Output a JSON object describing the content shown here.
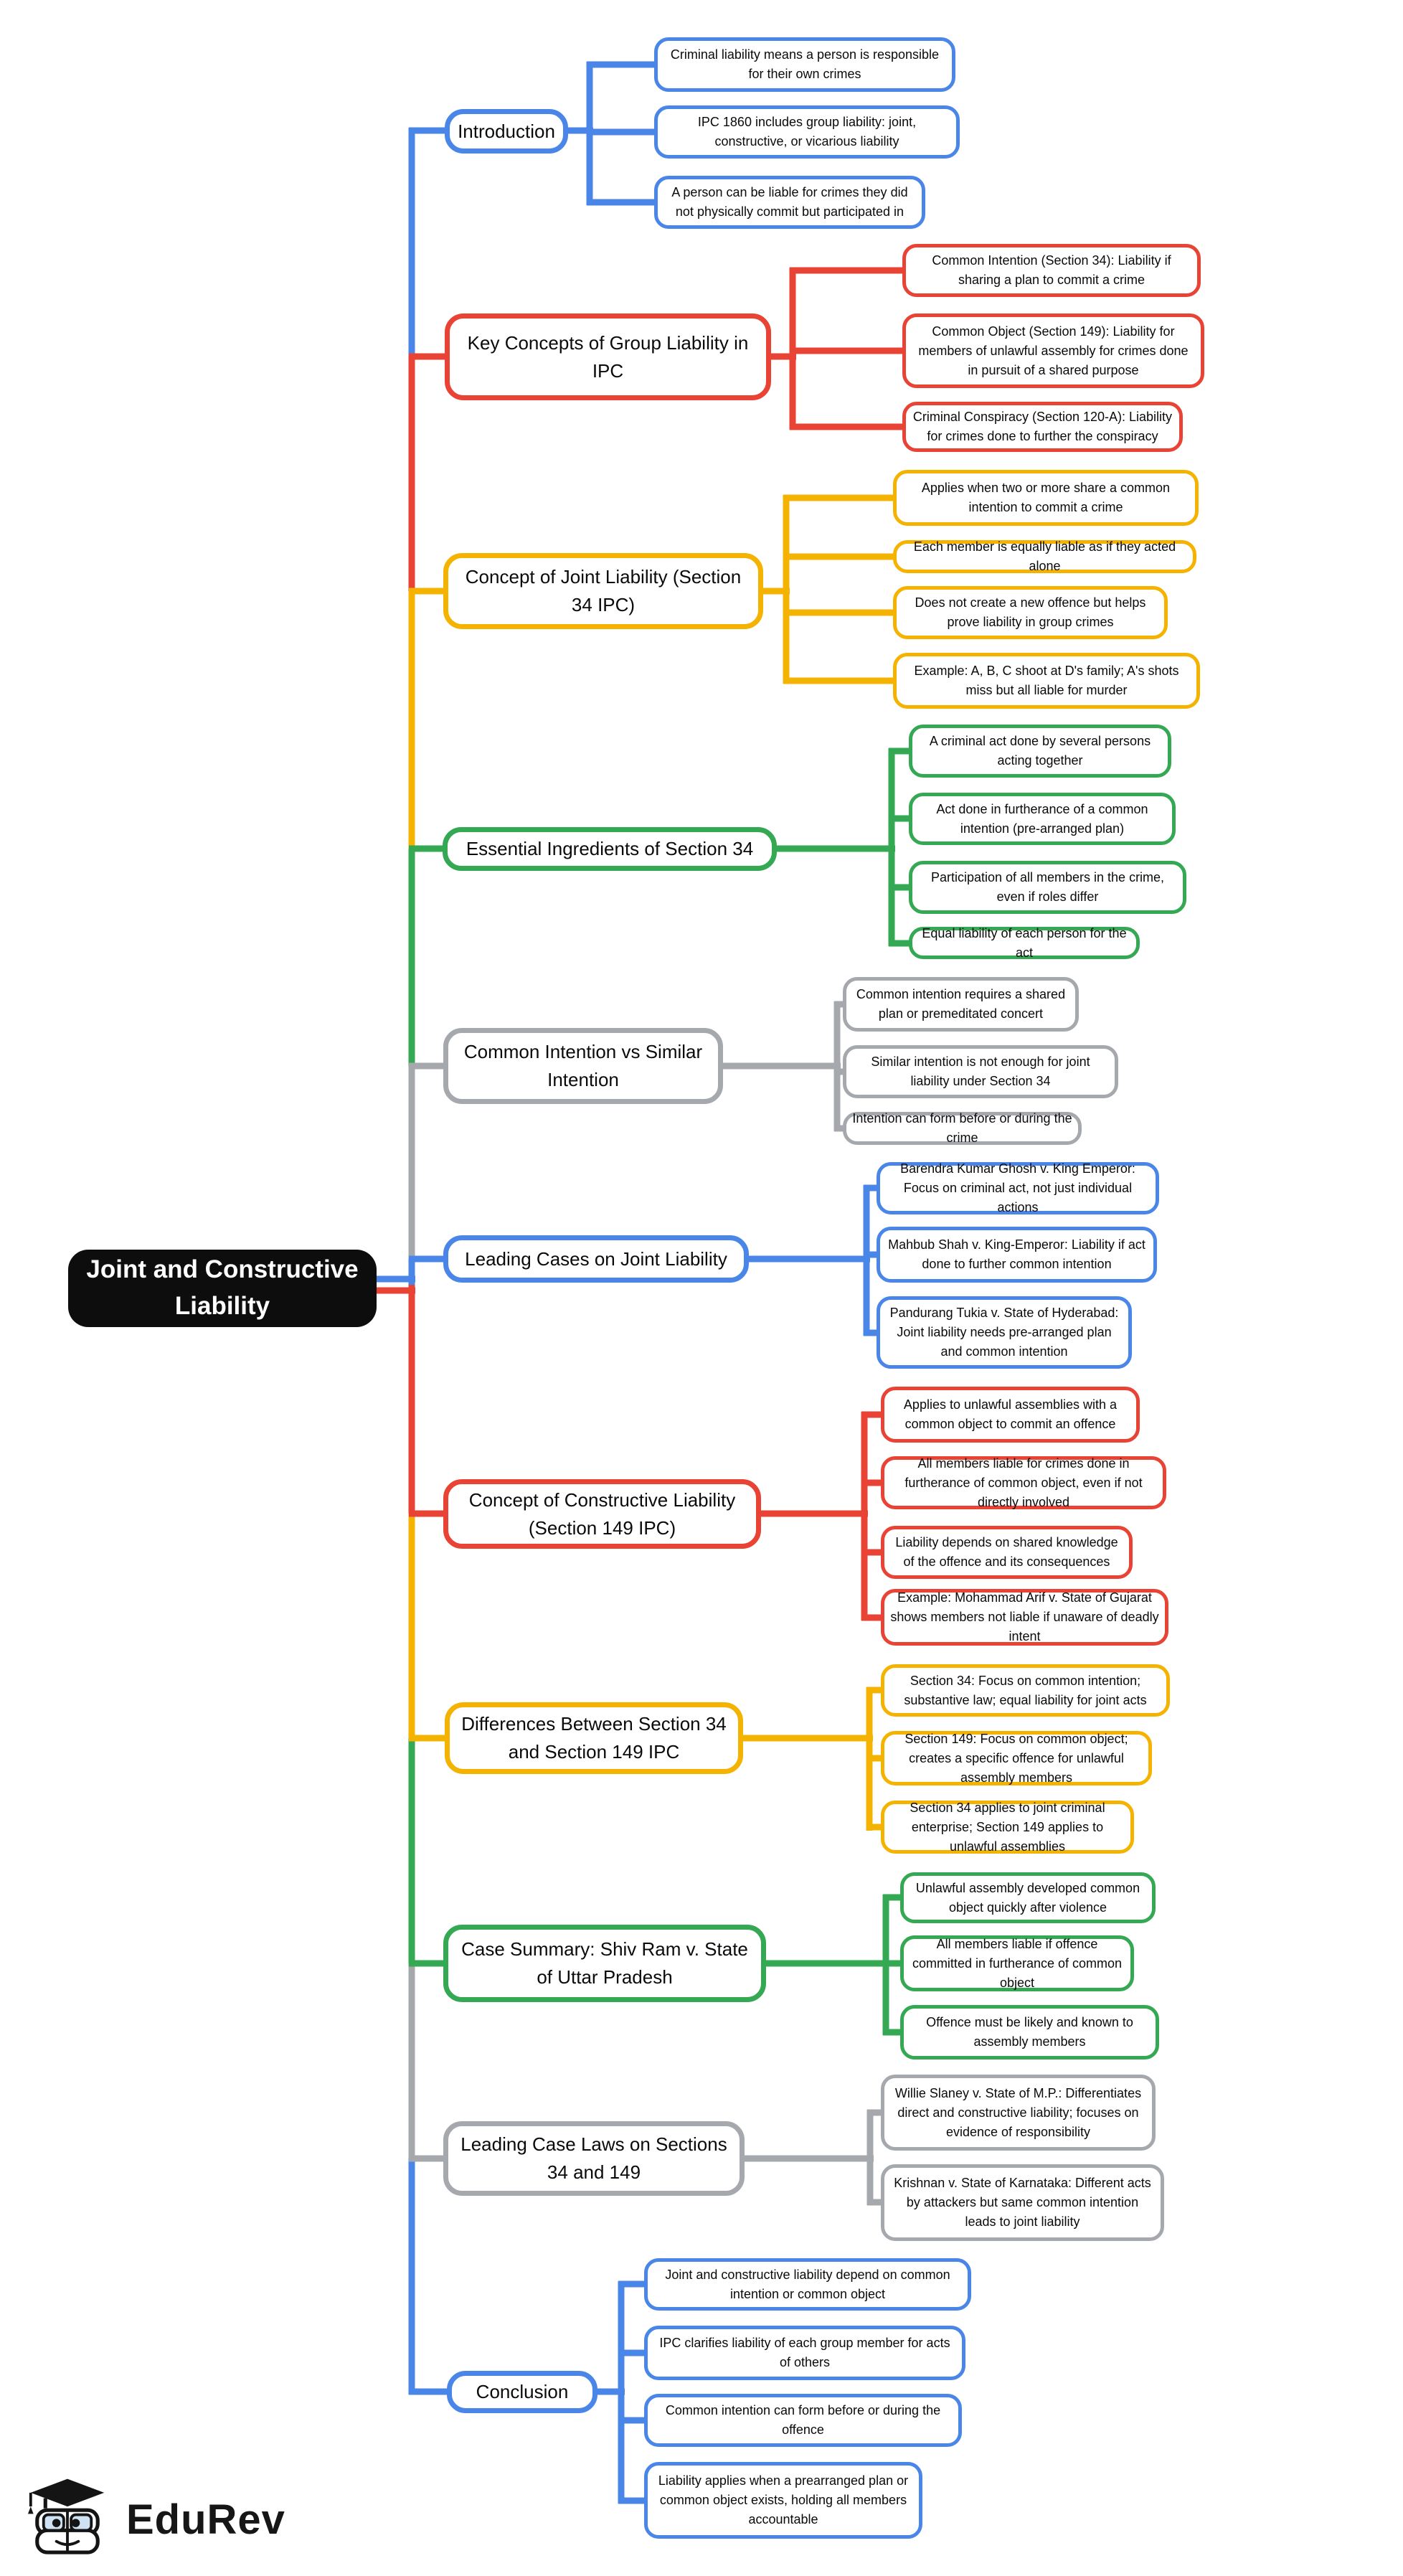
{
  "palette": {
    "blue": "#4a86e8",
    "red": "#e84335",
    "yellow": "#f5b301",
    "green": "#35a853",
    "gray": "#a5a9ad"
  },
  "root": {
    "label": "Joint and Constructive Liability",
    "bg": "#0d0d0d"
  },
  "branches": [
    {
      "label": "Introduction",
      "color": "#4a86e8",
      "leaves": [
        "Criminal liability means a person is responsible for their own crimes",
        "IPC 1860 includes group liability: joint, constructive, or vicarious liability",
        "A person can be liable for crimes they did not physically commit but participated in"
      ]
    },
    {
      "label": "Key Concepts of Group Liability in IPC",
      "color": "#e84335",
      "leaves": [
        "Common Intention (Section 34): Liability if sharing a plan to commit a crime",
        "Common Object (Section 149): Liability for members of unlawful assembly for crimes done in pursuit of a shared purpose",
        "Criminal Conspiracy (Section 120-A): Liability for crimes done to further the conspiracy"
      ]
    },
    {
      "label": "Concept of Joint Liability (Section 34 IPC)",
      "color": "#f5b301",
      "leaves": [
        "Applies when two or more share a common intention to commit a crime",
        "Each member is equally liable as if they acted alone",
        "Does not create a new offence but helps prove liability in group crimes",
        "Example: A, B, C shoot at D's family; A's shots miss but all liable for murder"
      ]
    },
    {
      "label": "Essential Ingredients of Section 34",
      "color": "#35a853",
      "leaves": [
        "A criminal act done by several persons acting together",
        "Act done in furtherance of a common intention (pre-arranged plan)",
        "Participation of all members in the crime, even if roles differ",
        "Equal liability of each person for the act"
      ]
    },
    {
      "label": "Common Intention vs Similar Intention",
      "color": "#a5a9ad",
      "leaves": [
        "Common intention requires a shared plan or premeditated concert",
        "Similar intention is not enough for joint liability under Section 34",
        "Intention can form before or during the crime"
      ]
    },
    {
      "label": "Leading Cases on Joint Liability",
      "color": "#4a86e8",
      "leaves": [
        "Barendra Kumar Ghosh v. King Emperor: Focus on criminal act, not just individual actions",
        "Mahbub Shah v. King-Emperor: Liability if act done to further common intention",
        "Pandurang Tukia v. State of Hyderabad: Joint liability needs pre-arranged plan and common intention"
      ]
    },
    {
      "label": "Concept of Constructive Liability (Section 149 IPC)",
      "color": "#e84335",
      "leaves": [
        "Applies to unlawful assemblies with a common object to commit an offence",
        "All members liable for crimes done in furtherance of common object, even if not directly involved",
        "Liability depends on shared knowledge of the offence and its consequences",
        "Example: Mohammad Arif v. State of Gujarat shows members not liable if unaware of deadly intent"
      ]
    },
    {
      "label": "Differences Between Section 34 and Section 149 IPC",
      "color": "#f5b301",
      "leaves": [
        "Section 34: Focus on common intention; substantive law; equal liability for joint acts",
        "Section 149: Focus on common object; creates a specific offence for unlawful assembly members",
        "Section 34 applies to joint criminal enterprise; Section 149 applies to unlawful assemblies"
      ]
    },
    {
      "label": "Case Summary: Shiv Ram v. State of Uttar Pradesh",
      "color": "#35a853",
      "leaves": [
        "Unlawful assembly developed common object quickly after violence",
        "All members liable if offence committed in furtherance of common object",
        "Offence must be likely and known to assembly members"
      ]
    },
    {
      "label": "Leading Case Laws on Sections 34 and 149",
      "color": "#a5a9ad",
      "leaves": [
        "Willie Slaney v. State of M.P.: Differentiates direct and constructive liability; focuses on evidence of responsibility",
        "Krishnan v. State of Karnataka: Different acts by attackers but same common intention leads to joint liability"
      ]
    },
    {
      "label": "Conclusion",
      "color": "#4a86e8",
      "leaves": [
        "Joint and constructive liability depend on common intention or common object",
        "IPC clarifies liability of each group member for acts of others",
        "Common intention can form before or during the offence",
        "Liability applies when a prearranged plan or common object exists, holding all members accountable"
      ]
    }
  ],
  "footer": {
    "brand": "EduRev"
  }
}
